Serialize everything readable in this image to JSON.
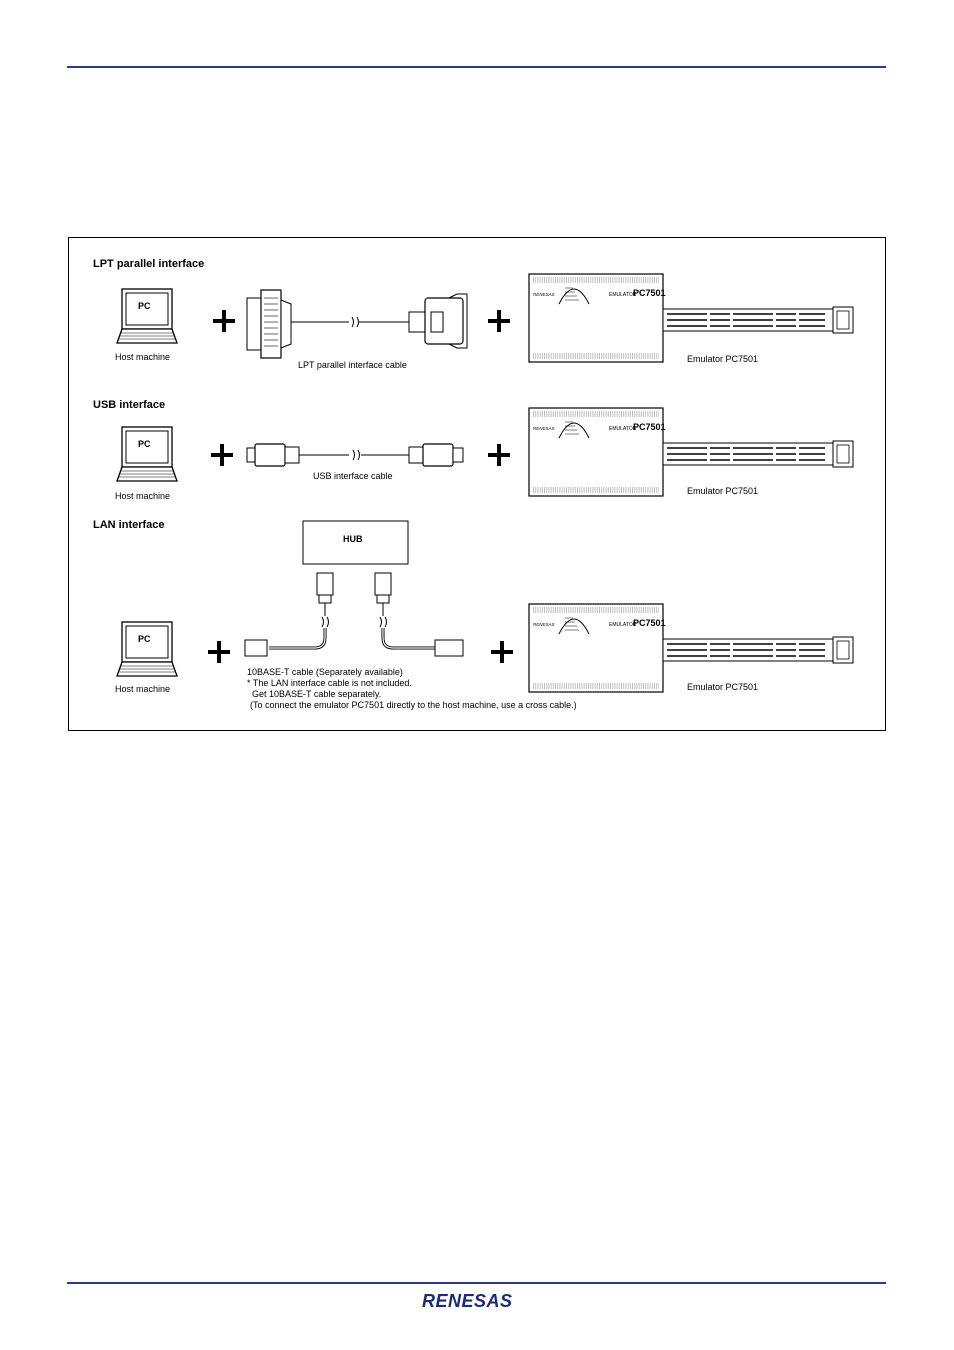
{
  "header": {
    "rule_color": "#2a3a8c"
  },
  "figure": {
    "sections": {
      "lpt": {
        "title": "LPT parallel interface",
        "host_label": "Host machine",
        "pc_label": "PC",
        "cable_label": "LPT parallel interface cable",
        "emulator_label": "Emulator PC7501"
      },
      "usb": {
        "title": "USB interface",
        "host_label": "Host machine",
        "pc_label": "PC",
        "cable_label": "USB interface cable",
        "emulator_label": "Emulator PC7501"
      },
      "lan": {
        "title": "LAN interface",
        "host_label": "Host machine",
        "pc_label": "PC",
        "hub_label": "HUB",
        "emulator_label": "Emulator PC7501",
        "notes": [
          "10BASE-T cable (Separately available)",
          "* The LAN interface cable is not included.",
          "Get 10BASE-T cable separately.",
          "(To connect the emulator PC7501 directly to the host machine, use a cross cable.)"
        ]
      }
    },
    "emulator_panel_text": "EMULATOR PC7501",
    "plus_sign": "+"
  },
  "footer": {
    "logo_text": "RENESAS",
    "logo_color": "#1b2a7a"
  }
}
